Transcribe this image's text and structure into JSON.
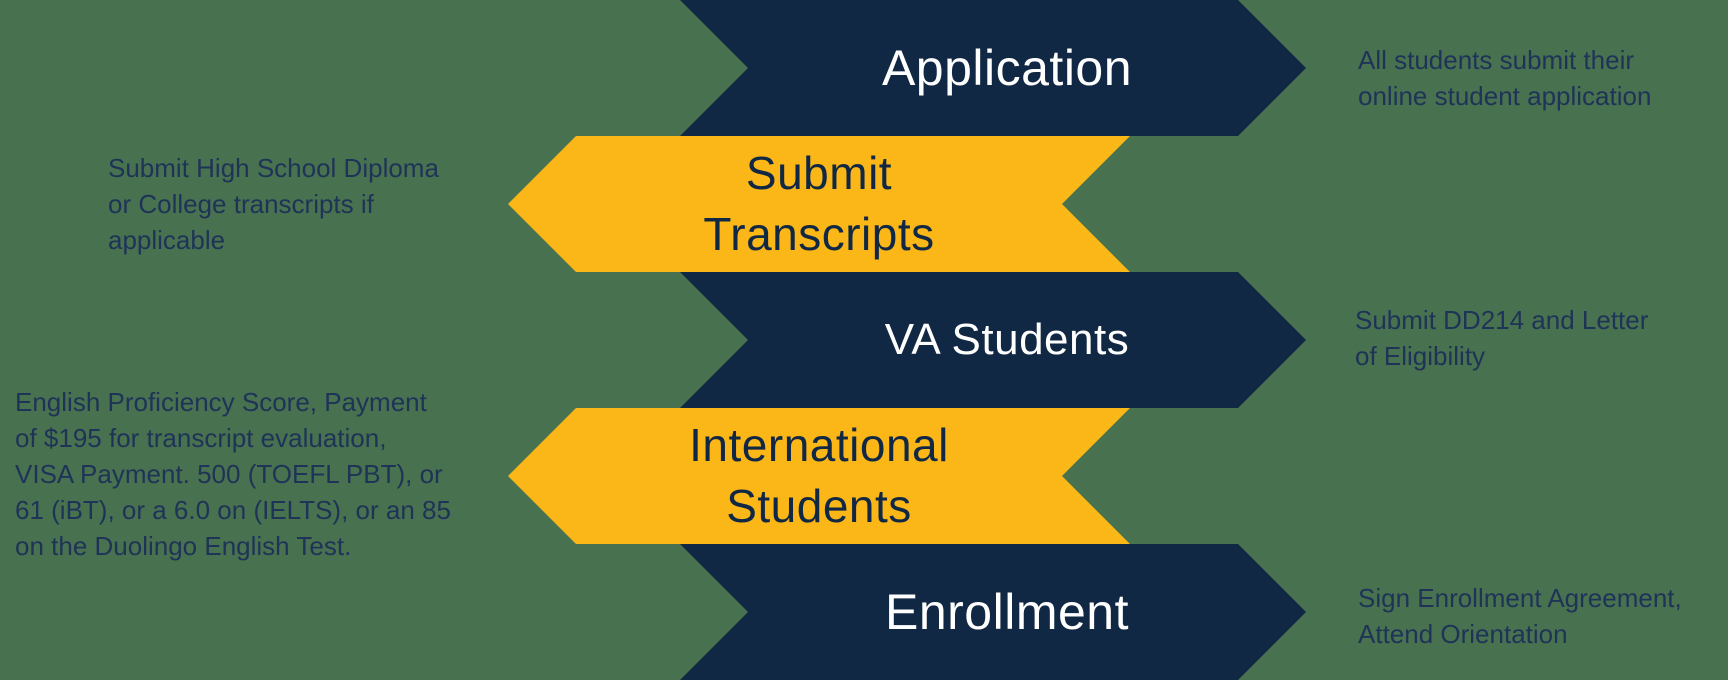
{
  "diagram": {
    "type": "process-flow",
    "topic": "Student admissions / enrollment steps"
  },
  "colors": {
    "navy_banner": "#112844",
    "yellow_banner": "#FBB617",
    "background_green": "#48714F",
    "banner_text_light": "#FFFFFF",
    "note_text_navy": "#1E3357"
  },
  "steps": [
    {
      "label": "Application",
      "label_lines": [
        "Application"
      ],
      "banner_color": "navy",
      "arrow_direction": "right",
      "note_side": "right",
      "note": "All students submit their online student application",
      "note_lines": [
        "All students submit their",
        "online student application"
      ]
    },
    {
      "label": "Submit Transcripts",
      "label_lines": [
        "Submit",
        "Transcripts"
      ],
      "banner_color": "yellow",
      "arrow_direction": "left",
      "note_side": "left",
      "note": "Submit High School Diploma or College transcripts if applicable",
      "note_lines": [
        "Submit High School Diploma",
        "or College transcripts if",
        "applicable"
      ]
    },
    {
      "label": "VA Students",
      "label_lines": [
        "VA Students"
      ],
      "banner_color": "navy",
      "arrow_direction": "right",
      "note_side": "right",
      "note": "Submit DD214 and Letter of Eligibility",
      "note_lines": [
        "Submit DD214 and Letter",
        "of Eligibility"
      ]
    },
    {
      "label": "International Students",
      "label_lines": [
        "International",
        "Students"
      ],
      "banner_color": "yellow",
      "arrow_direction": "left",
      "note_side": "left",
      "note": "English Proficiency Score, Payment of $195 for transcript evaluation, VISA Payment. 500 (TOEFL PBT), or 61 (iBT), or a 6.0 on (IELTS), or an 85 on the Duolingo English Test.",
      "note_lines": [
        "English Proficiency Score, Payment",
        "of $195 for transcript evaluation,",
        "VISA Payment. 500 (TOEFL PBT), or",
        "61 (iBT), or a 6.0 on (IELTS), or an 85",
        "on the Duolingo English Test."
      ]
    },
    {
      "label": "Enrollment",
      "label_lines": [
        "Enrollment"
      ],
      "banner_color": "navy",
      "arrow_direction": "right",
      "note_side": "right",
      "note": "Sign Enrollment Agreement, Attend Orientation",
      "note_lines": [
        "Sign Enrollment Agreement,",
        "Attend Orientation"
      ]
    }
  ]
}
